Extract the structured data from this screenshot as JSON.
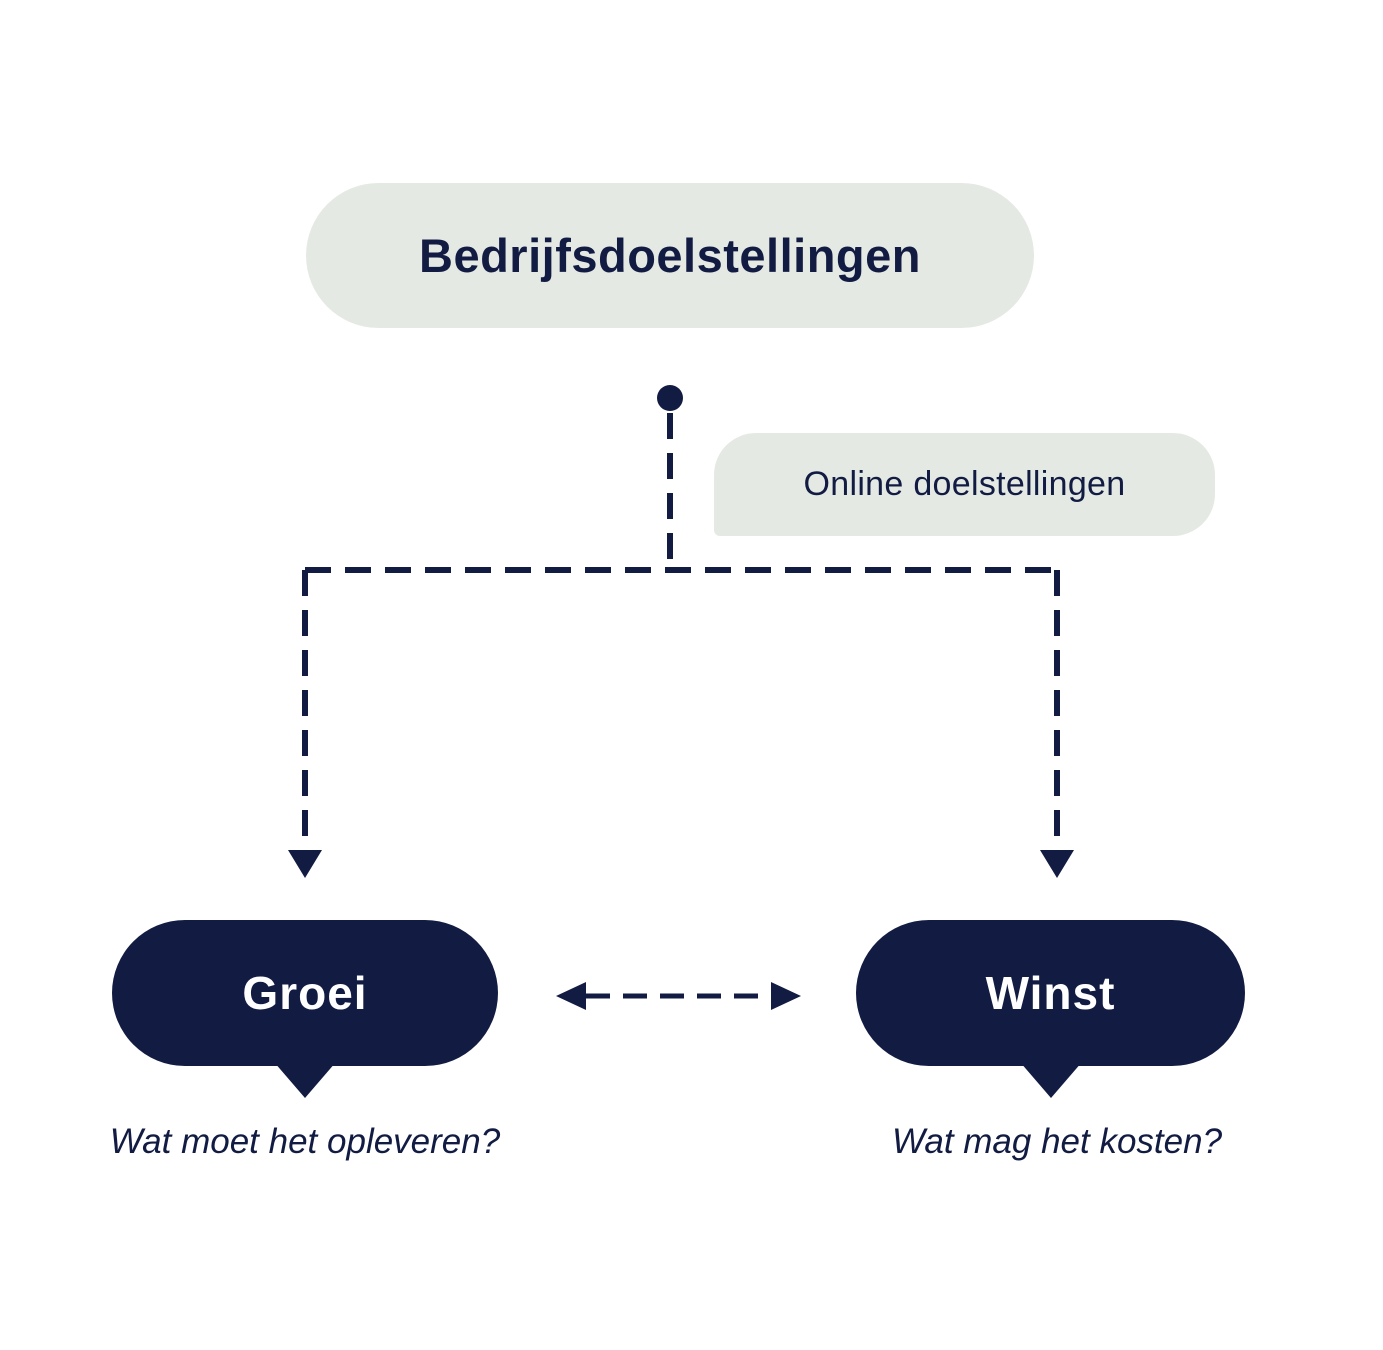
{
  "diagram": {
    "root": {
      "label": "Bedrijfsdoelstellingen"
    },
    "connector_label": {
      "label": "Online doelstellingen"
    },
    "children": [
      {
        "label": "Groei",
        "caption": "Wat moet het opleveren?"
      },
      {
        "label": "Winst",
        "caption": "Wat mag het kosten?"
      }
    ],
    "colors": {
      "navy": "#121c43",
      "light": "#e5e9e4",
      "background": "#ffffff",
      "text_on_dark": "#ffffff"
    }
  }
}
